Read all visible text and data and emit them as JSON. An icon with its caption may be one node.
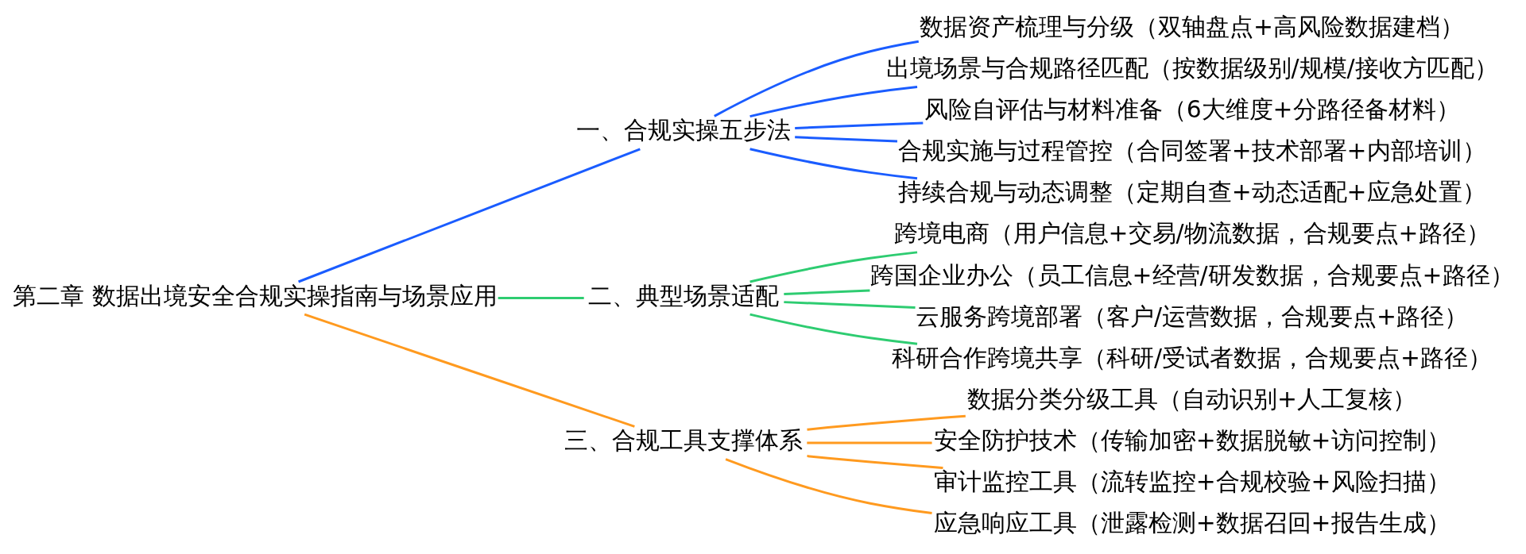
{
  "diagram": {
    "nodes": [
      {
        "text": [
          "第二章 数据出境安全合规实操指南与场景应用"
        ]
      },
      {
        "text": [
          "一、合规实操五步法"
        ]
      },
      {
        "text": [
          "数据资产梳理与分级（双轴盘点+高风险数据建档）"
        ]
      },
      {
        "text": [
          "出境场景与合规路径匹配（按数据级别/规模/接收方匹配）"
        ]
      },
      {
        "text": [
          "风险自评估与材料准备（6大维度+分路径备材料）"
        ]
      },
      {
        "text": [
          "合规实施与过程管控（合同签署+技术部署+内部培训）"
        ]
      },
      {
        "text": [
          "持续合规与动态调整（定期自查+动态适配+应急处置）"
        ]
      },
      {
        "text": [
          "二、典型场景适配"
        ]
      },
      {
        "text": [
          "跨境电商（用户信息+交易/物流数据，合规要点+路径）"
        ]
      },
      {
        "text": [
          "跨国企业办公（员工信息+经营/研发数据，合规要点+路径）"
        ]
      },
      {
        "text": [
          "云服务跨境部署（客户/运营数据，合规要点+路径）"
        ]
      },
      {
        "text": [
          "科研合作跨境共享（科研/受试者数据，合规要点+路径）"
        ]
      },
      {
        "text": [
          "三、合规工具支撑体系"
        ]
      },
      {
        "text": [
          "数据分类分级工具（自动识别+人工复核）"
        ]
      },
      {
        "text": [
          "安全防护技术（传输加密+数据脱敏+访问控制）"
        ]
      },
      {
        "text": [
          "审计监控工具（流转监控+合规校验+风险扫描）"
        ]
      },
      {
        "text": [
          "应急响应工具（泄露检测+数据召回+报告生成）"
        ]
      }
    ],
    "edges": [
      {
        "from": 0,
        "to": 1,
        "arrow": "none",
        "color": "#1a5cff"
      },
      {
        "from": 1,
        "to": 2,
        "arrow": "none",
        "color": "#1a5cff"
      },
      {
        "from": 1,
        "to": 3,
        "arrow": "none",
        "color": "#1a5cff"
      },
      {
        "from": 1,
        "to": 4,
        "arrow": "none",
        "color": "#1a5cff"
      },
      {
        "from": 1,
        "to": 5,
        "arrow": "none",
        "color": "#1a5cff"
      },
      {
        "from": 1,
        "to": 6,
        "arrow": "none",
        "color": "#1a5cff"
      },
      {
        "from": 0,
        "to": 7,
        "arrow": "none",
        "color": "#2ecc71"
      },
      {
        "from": 7,
        "to": 8,
        "arrow": "none",
        "color": "#2ecc71"
      },
      {
        "from": 7,
        "to": 9,
        "arrow": "none",
        "color": "#2ecc71"
      },
      {
        "from": 7,
        "to": 10,
        "arrow": "none",
        "color": "#2ecc71"
      },
      {
        "from": 7,
        "to": 11,
        "arrow": "none",
        "color": "#2ecc71"
      },
      {
        "from": 0,
        "to": 12,
        "arrow": "none",
        "color": "#ff9a1f"
      },
      {
        "from": 12,
        "to": 13,
        "arrow": "none",
        "color": "#ff9a1f"
      },
      {
        "from": 12,
        "to": 14,
        "arrow": "none",
        "color": "#ff9a1f"
      },
      {
        "from": 12,
        "to": 15,
        "arrow": "none",
        "color": "#ff9a1f"
      },
      {
        "from": 12,
        "to": 16,
        "arrow": "none",
        "color": "#ff9a1f"
      }
    ]
  }
}
